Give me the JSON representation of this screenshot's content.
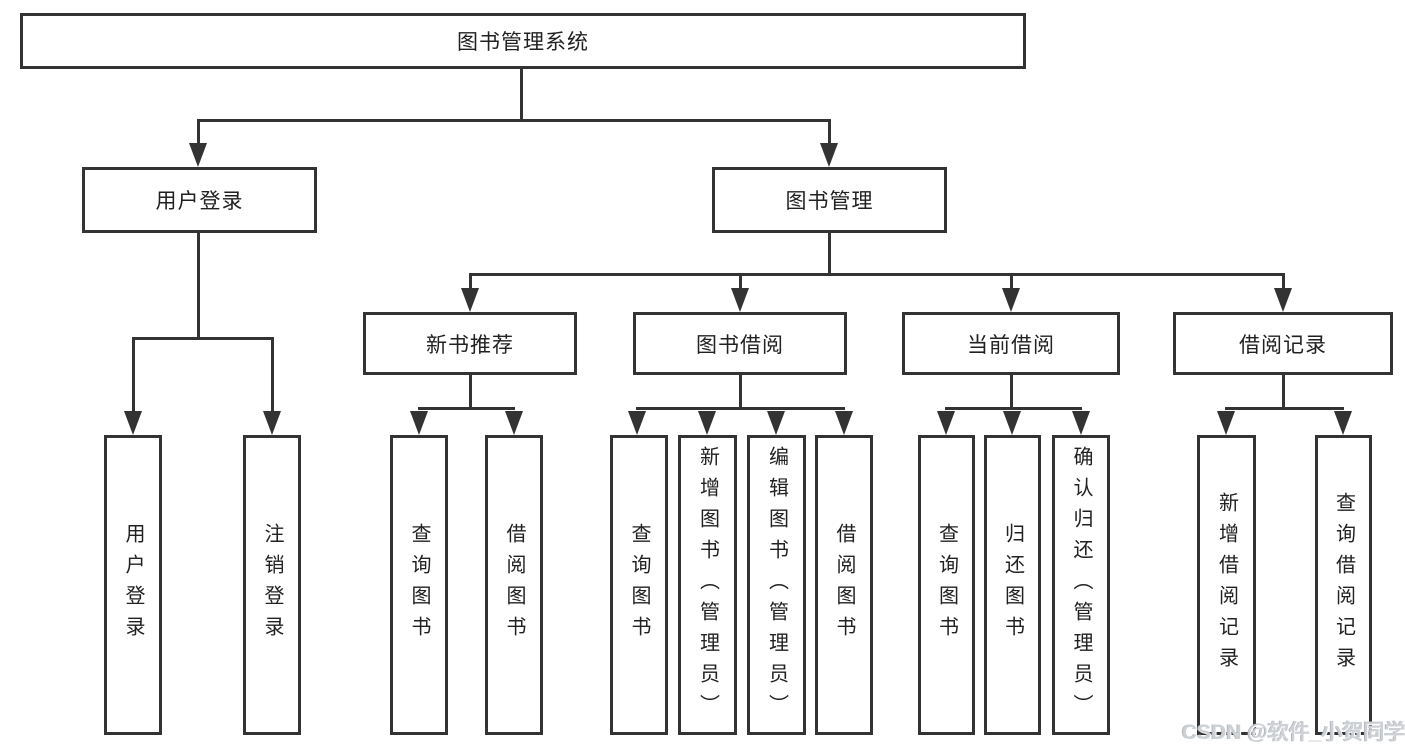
{
  "diagram": {
    "root": "图书管理系统",
    "branches": [
      {
        "label": "用户登录",
        "children": [
          "用户登录",
          "注销登录"
        ]
      },
      {
        "label": "图书管理",
        "sections": [
          {
            "label": "新书推荐",
            "children": [
              "查询图书",
              "借阅图书"
            ]
          },
          {
            "label": "图书借阅",
            "children": [
              "查询图书",
              "新增图书（管理员）",
              "编辑图书（管理员）",
              "借阅图书"
            ]
          },
          {
            "label": "当前借阅",
            "children": [
              "查询图书",
              "归还图书",
              "确认归还（管理员）"
            ]
          },
          {
            "label": "借阅记录",
            "children": [
              "新增借阅记录",
              "查询借阅记录"
            ]
          }
        ]
      }
    ]
  },
  "watermark": "CSDN @软件_小贺同学",
  "colors": {
    "line": "#333333",
    "text": "#212121",
    "background": "#ffffff",
    "watermark": "#cdd1d6"
  }
}
